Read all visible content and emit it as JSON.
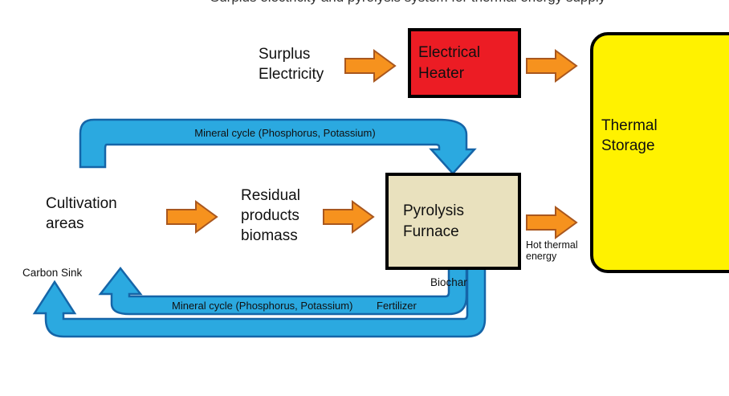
{
  "page": {
    "cropped_title_fragment": "Surplus electricity and pyrolysis system for thermal energy supply"
  },
  "texts": {
    "surplus": [
      "Surplus",
      "Electricity"
    ],
    "cultivation": [
      "Cultivation",
      "areas"
    ],
    "residual": [
      "Residual",
      "products",
      "biomass"
    ],
    "hot_thermal": [
      "Hot thermal",
      "energy"
    ],
    "carbon_sink": "Carbon Sink",
    "biochar": "Biochar",
    "fertilizer": "Fertilizer",
    "mineral_cycle_top": "Mineral cycle (Phosphorus, Potassium)",
    "mineral_cycle_bottom": "Mineral cycle (Phosphorus, Potassium)"
  },
  "boxes": {
    "electrical_heater": {
      "line1": "Electrical",
      "line2": "Heater",
      "fill": "#EC1C24"
    },
    "pyrolysis_furnace": {
      "line1": "Pyrolysis",
      "line2": "Furnace",
      "fill": "#E9E1BE"
    },
    "thermal_storage": {
      "line1": "Thermal",
      "line2": "Storage",
      "fill": "#FFF200"
    }
  },
  "colors": {
    "arrow_orange_fill": "#F6921E",
    "arrow_orange_border": "#A9571E",
    "flow_blue_fill": "#2BA9E0",
    "flow_blue_border": "#1565A8",
    "box_border": "#000000"
  }
}
